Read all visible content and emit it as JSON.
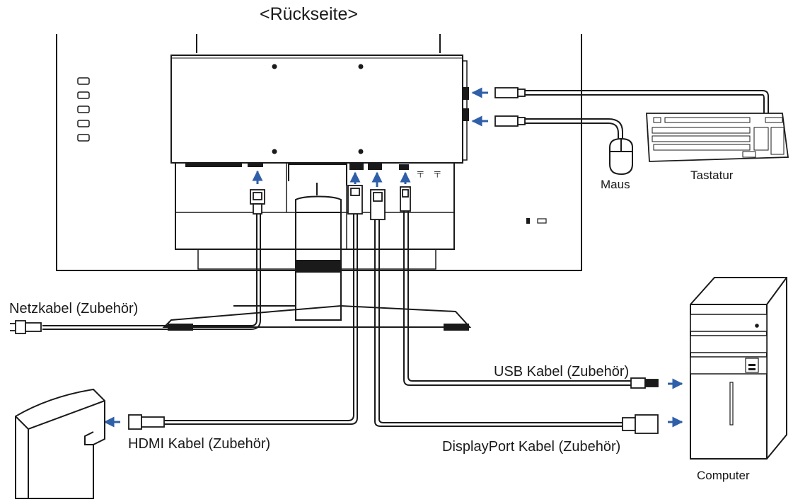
{
  "title": "<Rückseite>",
  "labels": {
    "power_cable": "Netzkabel (Zubehör)",
    "hdmi_cable": "HDMI Kabel (Zubehör)",
    "usb_cable": "USB Kabel (Zubehör)",
    "displayport_cable": "DisplayPort Kabel (Zubehör)",
    "mouse": "Maus",
    "keyboard": "Tastatur",
    "computer": "Computer"
  },
  "colors": {
    "line": "#1a1a1a",
    "arrow": "#2f5fa8"
  }
}
